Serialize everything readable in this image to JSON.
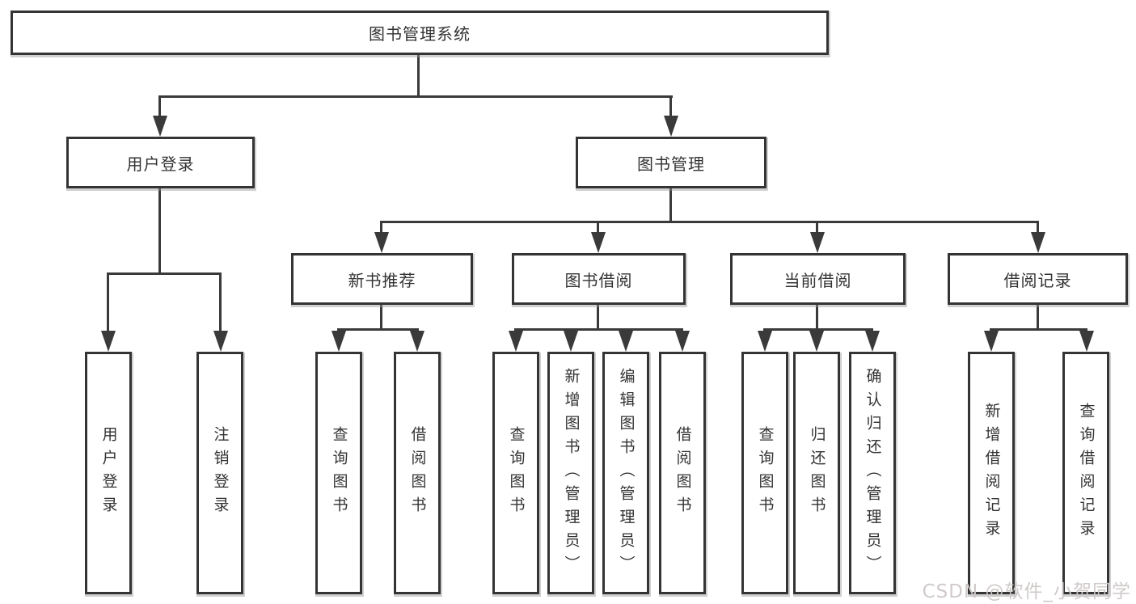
{
  "diagram": {
    "root": {
      "label": "图书管理系统"
    },
    "branches": [
      {
        "label": "用户登录",
        "children": [
          {
            "label": "用户登录"
          },
          {
            "label": "注销登录"
          }
        ]
      },
      {
        "label": "图书管理",
        "sections": [
          {
            "label": "新书推荐",
            "children": [
              {
                "label": "查询图书"
              },
              {
                "label": "借阅图书"
              }
            ]
          },
          {
            "label": "图书借阅",
            "children": [
              {
                "label": "查询图书"
              },
              {
                "label": "新增图书（管理员）"
              },
              {
                "label": "编辑图书（管理员）"
              },
              {
                "label": "借阅图书"
              }
            ]
          },
          {
            "label": "当前借阅",
            "children": [
              {
                "label": "查询图书"
              },
              {
                "label": "归还图书"
              },
              {
                "label": "确认归还（管理员）"
              }
            ]
          },
          {
            "label": "借阅记录",
            "children": [
              {
                "label": "新增借阅记录"
              },
              {
                "label": "查询借阅记录"
              }
            ]
          }
        ]
      }
    ]
  },
  "watermark": {
    "text": "CSDN @软件_小贺同学"
  },
  "colors": {
    "line": "#3a3a3a",
    "border": "#343434",
    "text": "#333333",
    "background": "#ffffff",
    "watermark": "#cec7c7"
  }
}
